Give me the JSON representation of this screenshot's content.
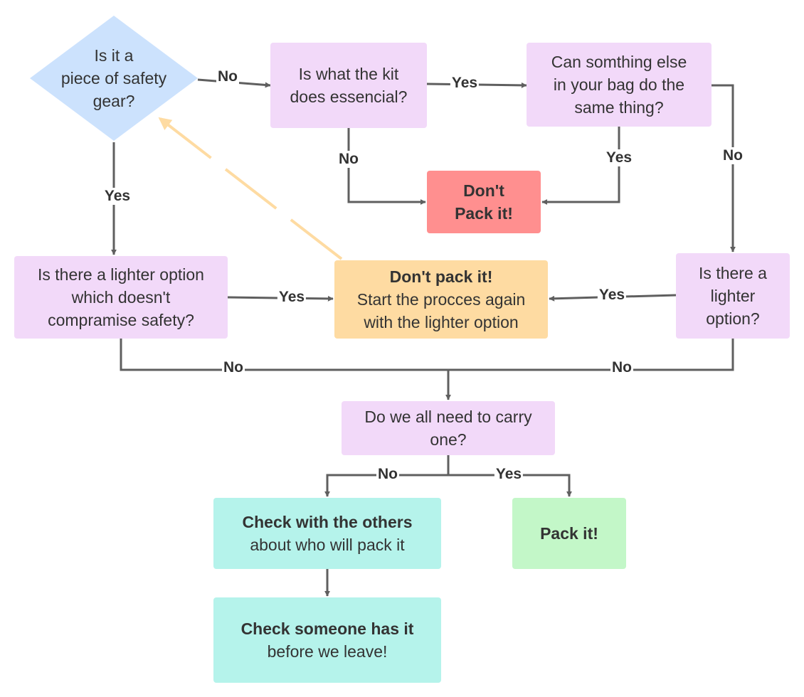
{
  "nodes": {
    "safety_gear": "Is it a\npiece of safety\ngear?",
    "essential": "Is what the kit\ndoes essencial?",
    "something_else": "Can somthing else\nin your bag do the\nsame thing?",
    "dont_pack_red": "Don't\nPack it!",
    "lighter_safety": "Is there a lighter option\nwhich doesn't\ncompramise safety?",
    "dont_pack_title": "Don't pack it!",
    "dont_pack_body": "Start the procces again\nwith the lighter option",
    "lighter_option": "Is there a\nlighter\noption?",
    "all_carry": "Do we all need to carry\none?",
    "check_others_title": "Check with the others",
    "check_others_body": "about who will pack it",
    "pack_it": "Pack it!",
    "check_someone_title": "Check someone has it",
    "check_someone_body": "before we leave!"
  },
  "edge_labels": {
    "safety_no": "No",
    "essential_yes": "Yes",
    "essential_no": "No",
    "something_yes": "Yes",
    "something_no": "No",
    "safety_yes": "Yes",
    "lighter_safety_yes": "Yes",
    "lighter_option_yes": "Yes",
    "lighter_safety_no": "No",
    "lighter_option_no": "No",
    "all_carry_no": "No",
    "all_carry_yes": "Yes"
  },
  "colors": {
    "connector": "#5f5f5f",
    "dashed_return": "#fedba2",
    "diamond": "#cce2fd"
  }
}
